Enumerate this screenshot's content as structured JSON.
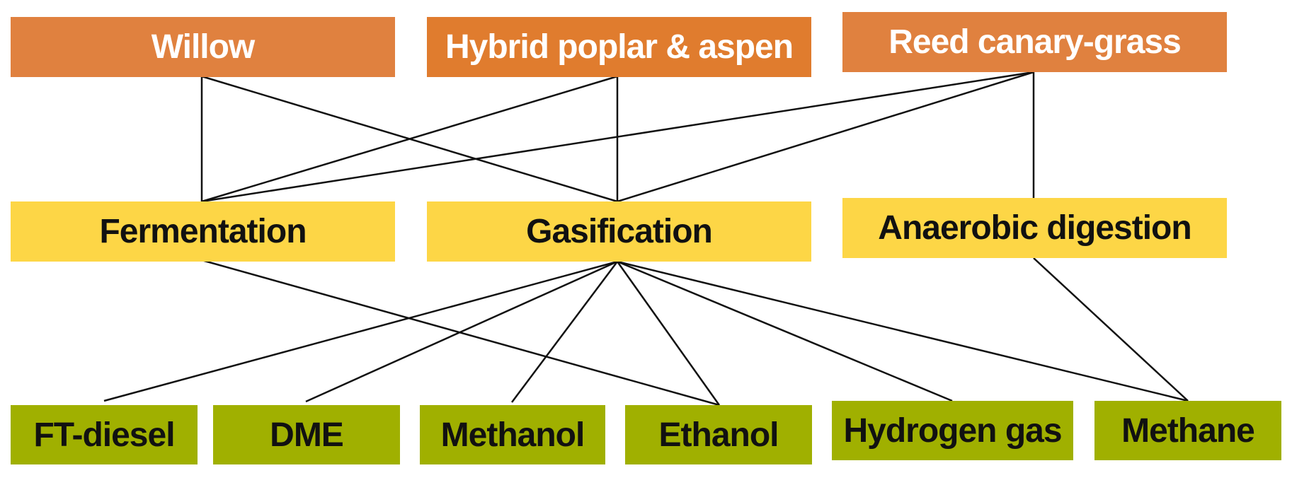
{
  "colors": {
    "feedstock": "#e0813f",
    "feedstock_alt": "#e07c2e",
    "process": "#fdd646",
    "product": "#a0b000",
    "line": "#111111"
  },
  "feedstocks": [
    {
      "id": "willow",
      "label": "Willow"
    },
    {
      "id": "poplar",
      "label": "Hybrid poplar & aspen"
    },
    {
      "id": "reed",
      "label": "Reed canary-grass"
    }
  ],
  "processes": [
    {
      "id": "fermentation",
      "label": "Fermentation"
    },
    {
      "id": "gasification",
      "label": "Gasification"
    },
    {
      "id": "anaerobic",
      "label": "Anaerobic digestion"
    }
  ],
  "products": [
    {
      "id": "ftdiesel",
      "label": "FT-diesel"
    },
    {
      "id": "dme",
      "label": "DME"
    },
    {
      "id": "methanol",
      "label": "Methanol"
    },
    {
      "id": "ethanol",
      "label": "Ethanol"
    },
    {
      "id": "hydrogen",
      "label": "Hydrogen gas"
    },
    {
      "id": "methane",
      "label": "Methane"
    }
  ],
  "edges": [
    {
      "from": "willow",
      "to": "fermentation"
    },
    {
      "from": "willow",
      "to": "gasification"
    },
    {
      "from": "poplar",
      "to": "fermentation"
    },
    {
      "from": "poplar",
      "to": "gasification"
    },
    {
      "from": "reed",
      "to": "fermentation"
    },
    {
      "from": "reed",
      "to": "gasification"
    },
    {
      "from": "reed",
      "to": "anaerobic"
    },
    {
      "from": "fermentation",
      "to": "ethanol"
    },
    {
      "from": "gasification",
      "to": "ftdiesel"
    },
    {
      "from": "gasification",
      "to": "dme"
    },
    {
      "from": "gasification",
      "to": "methanol"
    },
    {
      "from": "gasification",
      "to": "ethanol"
    },
    {
      "from": "gasification",
      "to": "hydrogen"
    },
    {
      "from": "gasification",
      "to": "methane"
    },
    {
      "from": "anaerobic",
      "to": "methane"
    }
  ]
}
